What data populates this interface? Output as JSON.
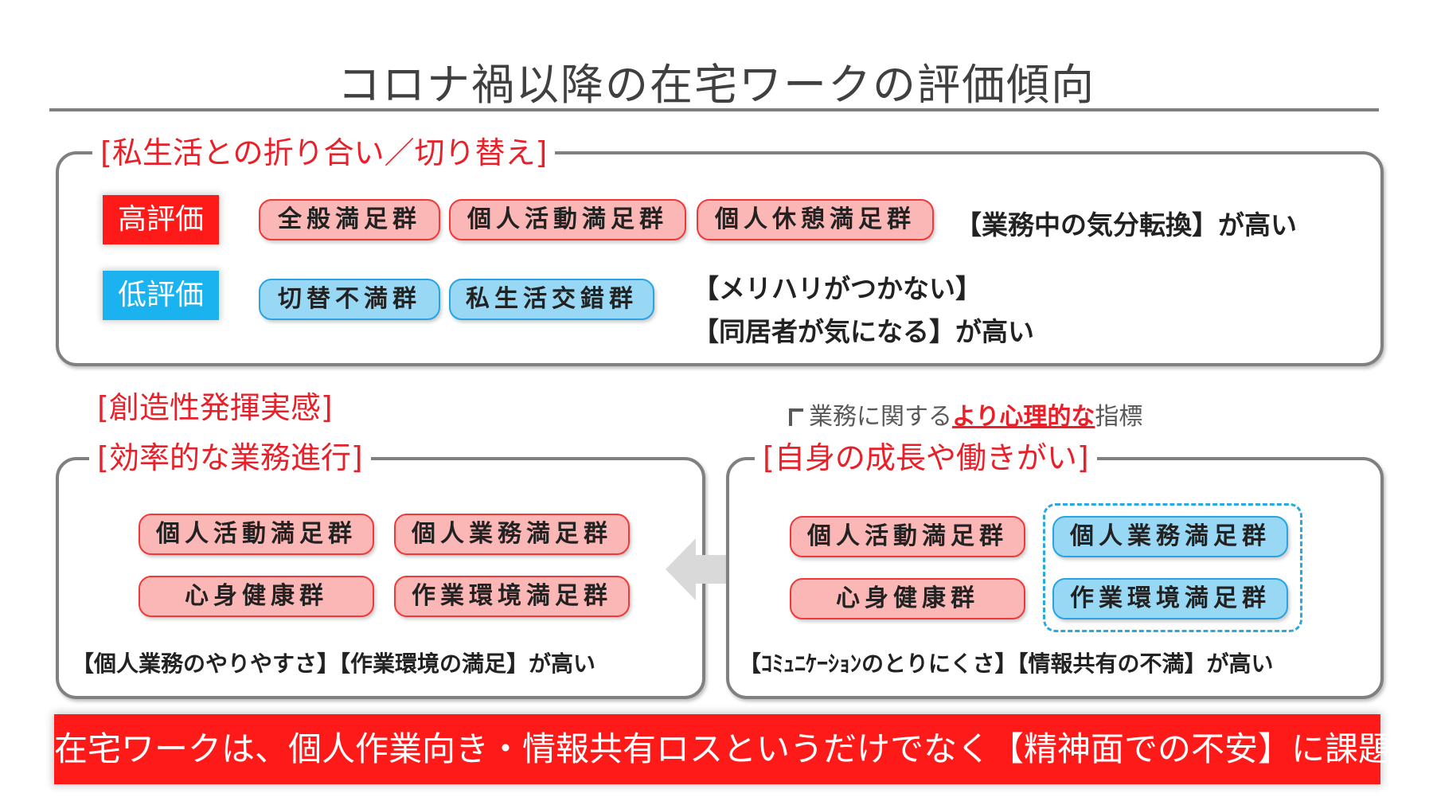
{
  "title": "コロナ禍以降の在宅ワークの評価傾向",
  "colors": {
    "accent_red": "#e8202a",
    "high_badge": "#ff1a1a",
    "low_badge": "#1ab3ef",
    "pill_red": "#fbb6b6",
    "pill_blue": "#99d8f4"
  },
  "top_panel": {
    "heading": "[私生活との折り合い／切り替え]",
    "high": {
      "label": "高評価",
      "groups": [
        "全般満足群",
        "個人活動満足群",
        "個人休憩満足群"
      ],
      "note": "【業務中の気分転換】が高い"
    },
    "low": {
      "label": "低評価",
      "groups": [
        "切替不満群",
        "私生活交錯群"
      ],
      "note_line1": "【メリハリがつかない】",
      "note_line2": "【同居者が気になる】が高い"
    }
  },
  "left_panel": {
    "heading_above": "[創造性発揮実感]",
    "heading": "[効率的な業務進行]",
    "groups": [
      "個人活動満足群",
      "個人業務満足群",
      "心身健康群",
      "作業環境満足群"
    ],
    "note": "【個人業務のやりやすさ】【作業環境の満足】が高い"
  },
  "arrow_icon": "double-arrow-icon",
  "right_panel": {
    "caption_prefix": "業務に関する",
    "caption_emphasis": "より心理的な",
    "caption_suffix": "指標",
    "heading": "[自身の成長や働きがい]",
    "groups_red": [
      "個人活動満足群",
      "心身健康群"
    ],
    "groups_blue": [
      "個人業務満足群",
      "作業環境満足群"
    ],
    "note": "【ｺﾐｭﾆｹｰｼｮﾝのとりにくさ】【情報共有の不満】が高い"
  },
  "conclusion": "在宅ワークは、個人作業向き・情報共有ロスというだけでなく【精神面での不安】に課題。"
}
